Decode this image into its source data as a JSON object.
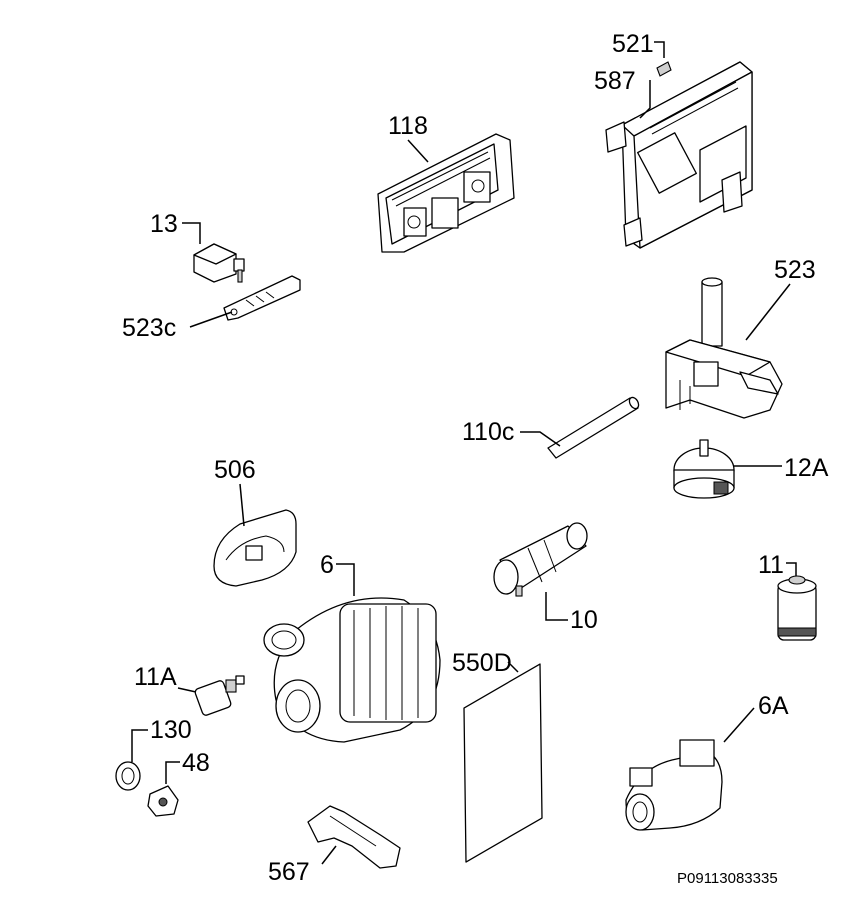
{
  "diagram": {
    "labels": {
      "l521": "521",
      "l587": "587",
      "l118": "118",
      "l13": "13",
      "l523c": "523c",
      "l523": "523",
      "l110c": "110c",
      "l12a": "12A",
      "l506": "506",
      "l6": "6",
      "l10": "10",
      "l11": "11",
      "l550d": "550D",
      "l11a": "11A",
      "l130": "130",
      "l48": "48",
      "l6a": "6A",
      "l567": "567"
    },
    "drawing_code": "P09113083335"
  },
  "colors": {
    "line": "#000000",
    "background": "#ffffff",
    "shade": "#cfcfcf"
  }
}
